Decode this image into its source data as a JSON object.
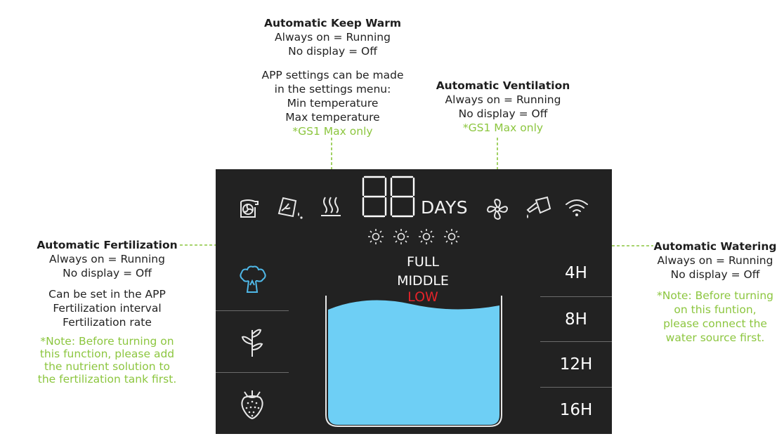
{
  "keep_warm": {
    "title": "Automatic Keep Warm",
    "line1": "Always on = Running",
    "line2": "No display = Off",
    "settings": [
      "APP settings can be made",
      "in the settings menu:",
      "Min temperature",
      "Max temperature"
    ],
    "note": "*GS1 Max only"
  },
  "ventilation": {
    "title": "Automatic Ventilation",
    "line1": "Always on = Running",
    "line2": "No display = Off",
    "note": "*GS1 Max only"
  },
  "fertilization": {
    "title": "Automatic Fertilization",
    "line1": "Always on = Running",
    "line2": "No display = Off",
    "settings": [
      "Can be set in the APP",
      "Fertilization interval",
      "Fertilization rate"
    ],
    "note": [
      "*Note: Before turning on",
      "this function, please add",
      "the nutrient solution to",
      "the fertilization tank first."
    ]
  },
  "watering": {
    "title": "Automatic Watering",
    "line1": "Always on = Running",
    "line2": "No display = Off",
    "note": [
      "*Note: Before turning",
      "on this funtion,",
      "please connect the",
      "water source first."
    ]
  },
  "panel": {
    "days_digits": "88",
    "days_label": "DAYS",
    "levels": {
      "full": "FULL",
      "middle": "MIDDLE",
      "low": "LOW"
    },
    "timers": [
      "4H",
      "8H",
      "12H",
      "16H"
    ],
    "water_color": "#6ecff5",
    "note_color": "#8cc63f",
    "panel_color": "#222222",
    "icons": [
      "fan-heater-icon",
      "fertilizer-icon",
      "heat-icon",
      "ventilation-fan-icon",
      "watering-can-icon",
      "wifi-icon",
      "sun-icon",
      "broccoli-icon",
      "herb-icon",
      "strawberry-icon"
    ]
  }
}
